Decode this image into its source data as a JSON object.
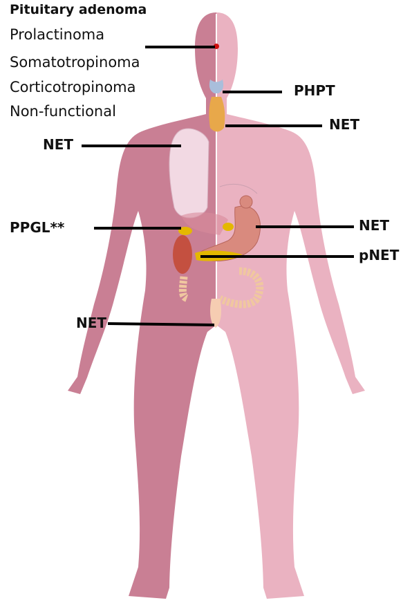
{
  "pituitary": {
    "title": "Pituitary adenoma",
    "subtypes": [
      "Prolactinoma",
      "Somatotropinoma",
      "Corticotropinoma",
      "Non-functional"
    ]
  },
  "labels": {
    "phpt": "PHPT",
    "net_neck": "NET",
    "net_lung": "NET",
    "ppgl": "PPGL**",
    "net_stomach": "NET",
    "pnet": "pNET",
    "net_rectum": "NET"
  },
  "colors": {
    "body_left": "#c97f94",
    "body_right": "#eab2c1",
    "midline": "#ffffff",
    "leader_line": "#000000",
    "lung": "#f2d9e3",
    "adrenal": "#e4b800",
    "kidney": "#c45040",
    "stomach": "#d98a7e",
    "intestine": "#f0c7a0",
    "thyroid": "#a9bedb",
    "parathyroid": "#e8a84a",
    "pituitary_dot": "#d01010"
  },
  "icons": [
    "body-silhouette"
  ]
}
